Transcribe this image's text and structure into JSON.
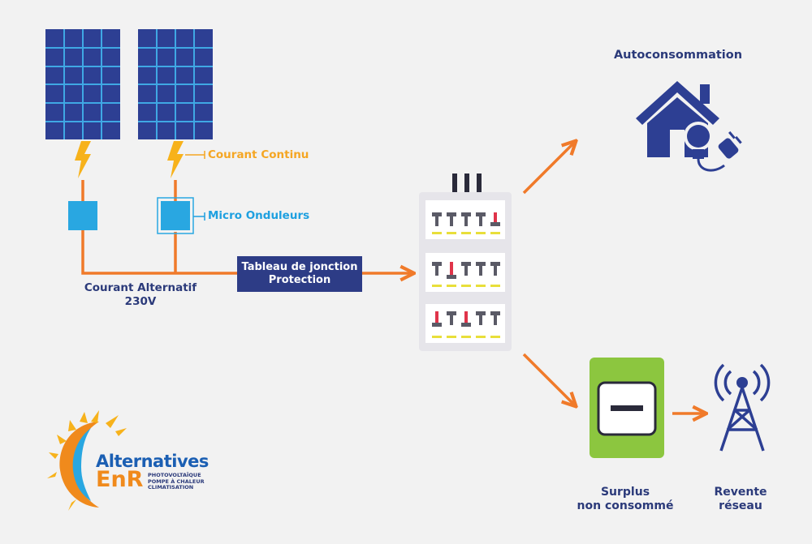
{
  "labels": {
    "courant_continu": "Courant Continu",
    "micro_onduleurs": "Micro Onduleurs",
    "courant_alternatif_line1": "Courant Alternatif",
    "courant_alternatif_line2": "230V",
    "tableau_line1": "Tableau de jonction",
    "tableau_line2": "Protection",
    "autoconsommation": "Autoconsommation",
    "surplus_line1": "Surplus",
    "surplus_line2": "non consommé",
    "revente_line1": "Revente",
    "revente_line2": "réseau"
  },
  "logo": {
    "name": "Alternatives",
    "enr": "EnR",
    "tagline": [
      "PHOTOVOLTAÏQUE",
      "POMPE À CHALEUR",
      "CLIMATISATION"
    ]
  },
  "colors": {
    "panel": "#2d3f93",
    "bolt": "#f7b21b",
    "inverter": "#29a7e1",
    "wire": "#f07a2a",
    "navy": "#2b3a7a",
    "meter": "#8cc63f",
    "breaker_box": "#e6e5ea"
  },
  "icons": [
    "solar-panel-icon",
    "lightning-icon",
    "micro-inverter-icon",
    "breaker-box-icon",
    "house-icon",
    "light-bulb-icon",
    "plug-icon",
    "electric-meter-icon",
    "antenna-tower-icon"
  ]
}
